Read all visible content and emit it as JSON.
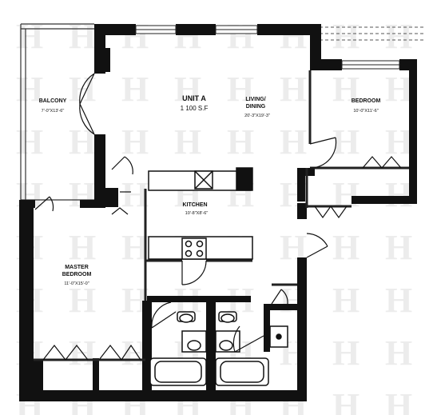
{
  "plan": {
    "unit": {
      "name": "UNIT A",
      "area": "1 100 S.F"
    },
    "rooms": {
      "balcony": {
        "name": "BALCONY",
        "dim": "7'-0\"X13'-6\""
      },
      "living": {
        "name_line1": "LIVING/",
        "name_line2": "DINING",
        "dim": "20'-3\"X19'-3\""
      },
      "bedroom": {
        "name": "BEDROOM",
        "dim": "10'-0\"X11'-6\""
      },
      "kitchen": {
        "name": "KITCHEN",
        "dim": "10'-8\"X8'-6\""
      },
      "master": {
        "name_line1": "MASTER",
        "name_line2": "BEDROOM",
        "dim": "11'-0\"X15'-0\""
      }
    },
    "watermark_glyph": "H"
  }
}
